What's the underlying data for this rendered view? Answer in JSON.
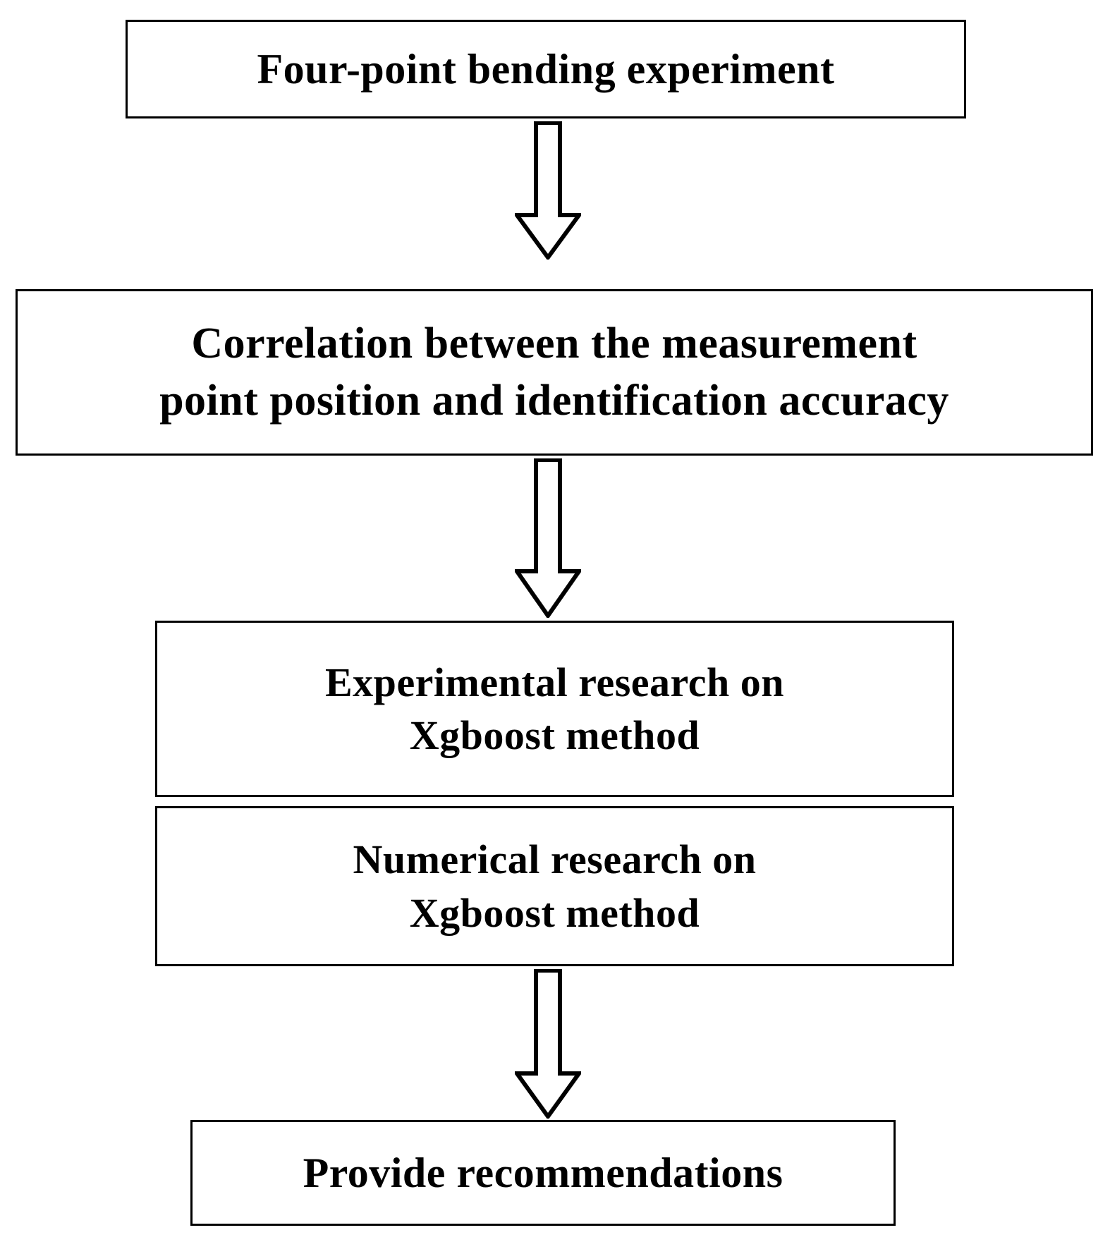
{
  "diagram": {
    "title": "Research workflow flowchart",
    "background_color": "#ffffff",
    "line_color": "#000000",
    "nodes": [
      {
        "id": "experiment",
        "label": "Four-point bending experiment",
        "shape": "rectangle"
      },
      {
        "id": "correlation",
        "label": "Correlation  between the measurement\npoint position and identification accuracy",
        "shape": "rectangle"
      },
      {
        "id": "experimental",
        "label": "Experimental research  on\nXgboost method",
        "shape": "rectangle"
      },
      {
        "id": "numerical",
        "label": "Numerical research  on\nXgboost method",
        "shape": "rectangle"
      },
      {
        "id": "recommend",
        "label": "Provide  recommendations",
        "shape": "rectangle"
      }
    ],
    "connectors": [
      {
        "id": "arrow-1",
        "from": "experiment",
        "to": "correlation",
        "icon": "down-block-arrow-icon",
        "direction": "down"
      },
      {
        "id": "arrow-2",
        "from": "correlation",
        "to": "experimental",
        "icon": "down-block-arrow-icon",
        "direction": "down"
      },
      {
        "id": "arrow-3",
        "from": "numerical",
        "to": "recommend",
        "icon": "down-block-arrow-icon",
        "direction": "down"
      }
    ]
  }
}
